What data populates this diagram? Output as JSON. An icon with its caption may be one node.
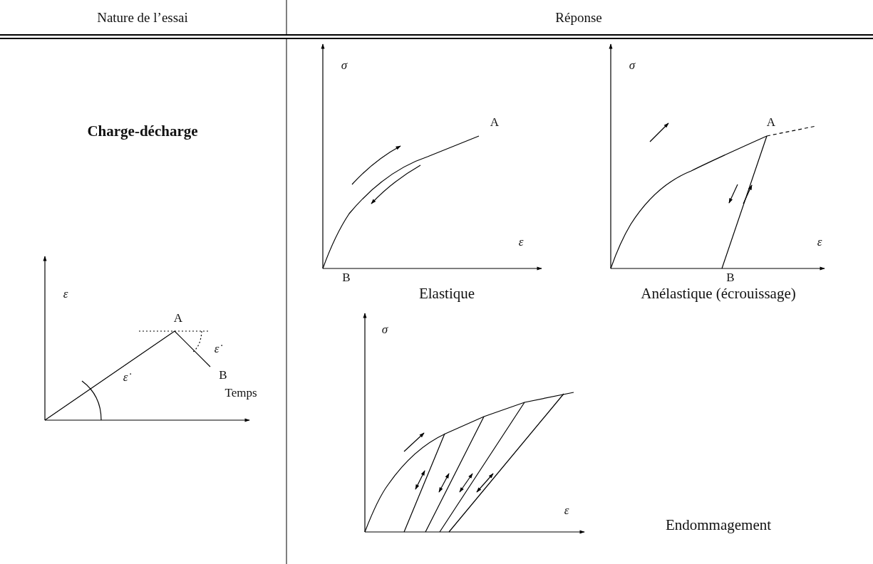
{
  "diagram": {
    "labels": [
      "Nature de l’essai",
      "Réponse",
      "Charge-décharge",
      "ε",
      "A",
      "ε̇",
      "B",
      "ε̇",
      "Temps",
      "σ",
      "A",
      "B",
      "ε",
      "Elastique",
      "σ",
      "A",
      "B",
      "ε",
      "Anélastique (écrouissage)",
      "σ",
      "ε",
      "Endommagement"
    ]
  }
}
